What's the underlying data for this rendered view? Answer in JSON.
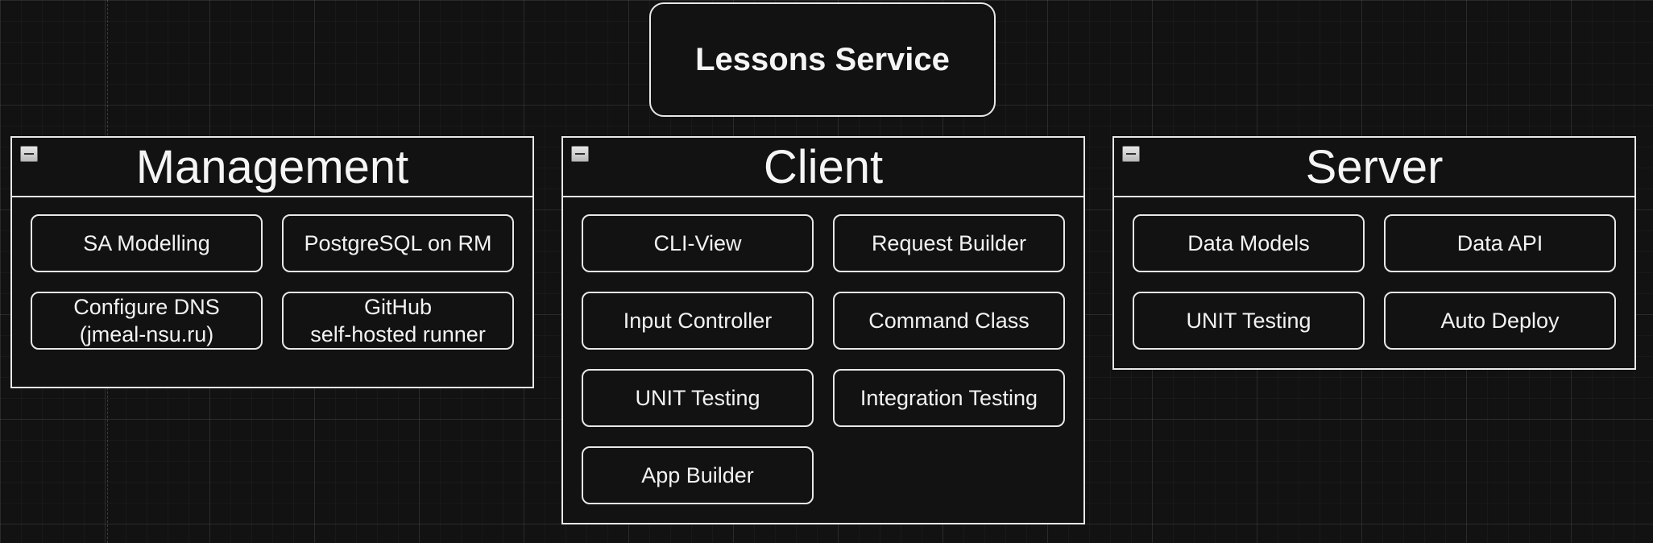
{
  "diagram": {
    "title": "Lessons Service",
    "groups": {
      "management": {
        "title": "Management",
        "items": [
          "SA Modelling",
          "PostgreSQL on RM",
          "Configure DNS\n(jmeal-nsu.ru)",
          "GitHub\nself-hosted runner"
        ]
      },
      "client": {
        "title": "Client",
        "items": [
          "CLI-View",
          "Request Builder",
          "Input Controller",
          "Command Class",
          "UNIT Testing",
          "Integration Testing",
          "App Builder"
        ]
      },
      "server": {
        "title": "Server",
        "items": [
          "Data Models",
          "Data API",
          "UNIT Testing",
          "Auto Deploy"
        ]
      }
    }
  },
  "colors": {
    "background": "#121212",
    "stroke": "#e8e8e8",
    "text": "#f2f2f2"
  },
  "icons": {
    "group_toggle": "collapse-minus-icon"
  }
}
